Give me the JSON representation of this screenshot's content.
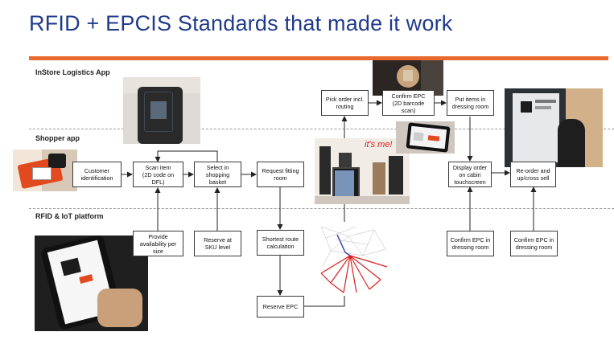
{
  "title": "RFID + EPCIS Standards that made it work",
  "colors": {
    "title": "#1f3b8c",
    "accent_rule": "#e96a2e",
    "route_red": "#d9211f",
    "route_blue": "#2c3fa8"
  },
  "lanes": {
    "instore": "InStore Logistics App",
    "shopper": "Shopper app",
    "platform": "RFID & IoT platform"
  },
  "boxes": {
    "customer_identification": "Customer identification",
    "scan_item": "Scan item\n(2D code on DFL)",
    "select_basket": "Select in shopping basket",
    "request_fitting": "Request fitting room",
    "pick_order": "Pick order incl. routing",
    "confirm_epc_scan": "Confirm EPC\n(2D barcode scan)",
    "put_items": "Put items in dressing room",
    "display_order": "Display order on cabin touchscreen",
    "reorder": "Re-order and up/cross sell",
    "availability": "Provide availability per size",
    "reserve_sku": "Reserve at SKU level",
    "shortest_route": "Shortest route calculation",
    "reserve_epc": "Reserve EPC",
    "confirm_epc_dressing_1": "Confirm EPC in dressing room",
    "confirm_epc_dressing_2": "Confirm EPC in dressing room"
  },
  "photos": {
    "phone_scan": "smartphone-scanning-garment-photo",
    "rfid_reader": "rfid-handheld-reader-photo",
    "smart_mirror": "store-smart-mirror-photo",
    "tablet": "tablet-order-display-photo",
    "cabin_screen": "dressing-room-touchscreen-photo",
    "phone_app": "shopper-phone-app-photo",
    "kiosk": "customer-identification-kiosk-photo",
    "route_map": "store-route-map-graph"
  }
}
